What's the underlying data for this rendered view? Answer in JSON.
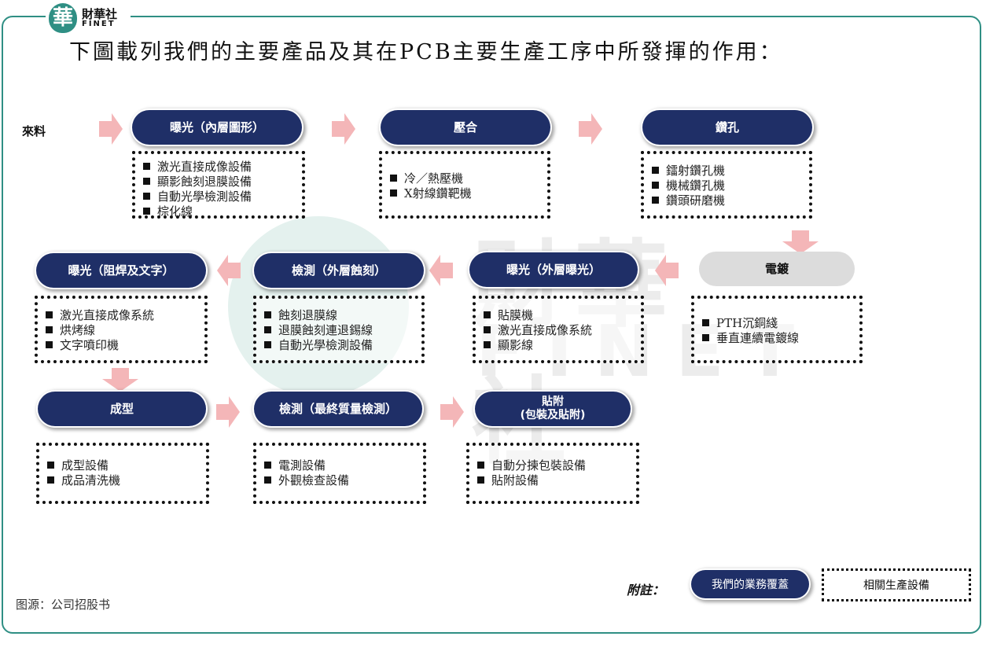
{
  "header": {
    "logo_glyph": "華",
    "logo_cn": "財華社",
    "logo_en": "FINET",
    "title": "下圖載列我們的主要產品及其在PCB主要生產工序中所發揮的作用："
  },
  "watermark": {
    "cn": "財華社",
    "en": "FINET"
  },
  "raw_material": "來料",
  "steps": [
    {
      "id": "exposure-inner",
      "label": "曝光（內層圖形）",
      "items": [
        "激光直接成像設備",
        "顯影蝕刻退膜設備",
        "自動光學檢測設備",
        "棕化線"
      ]
    },
    {
      "id": "lamination",
      "label": "壓合",
      "items": [
        "冷／熱壓機",
        "X射線鑽靶機"
      ]
    },
    {
      "id": "drilling",
      "label": "鑽孔",
      "items": [
        "鐳射鑽孔機",
        "機械鑽孔機",
        "鑽頭研磨機"
      ]
    },
    {
      "id": "plating",
      "label": "電鍍",
      "items": [
        "PTH沉銅綫",
        "垂直連續電鍍線"
      ]
    },
    {
      "id": "exposure-outer",
      "label": "曝光（外層曝光）",
      "items": [
        "貼膜機",
        "激光直接成像系統",
        "顯影線"
      ]
    },
    {
      "id": "inspection-etch",
      "label": "檢測（外層蝕刻）",
      "items": [
        "蝕刻退膜線",
        "退膜蝕刻連退錫線",
        "自動光學檢測設備"
      ]
    },
    {
      "id": "exposure-solder",
      "label": "曝光（阻焊及文字）",
      "items": [
        "激光直接成像系統",
        "烘烤線",
        "文字噴印機"
      ]
    },
    {
      "id": "forming",
      "label": "成型",
      "items": [
        "成型設備",
        "成品清洗機"
      ]
    },
    {
      "id": "inspection-final",
      "label": "檢測（最終質量檢測）",
      "items": [
        "電測設備",
        "外觀檢查設備"
      ]
    },
    {
      "id": "packaging",
      "label_line1": "貼附",
      "label_line2": "(包裝及貼附)",
      "items": [
        "自動分揀包裝設備",
        "貼附設備"
      ]
    }
  ],
  "legend": {
    "label": "附註：",
    "ours": "我們的業務覆蓋",
    "related": "相關生產設備"
  },
  "source": "图源：公司招股书",
  "colors": {
    "pill": "#1f2f67",
    "arrow": "#f4b6b8",
    "frame": "#2f8f84",
    "grey_pill": "#dcdcdc"
  }
}
